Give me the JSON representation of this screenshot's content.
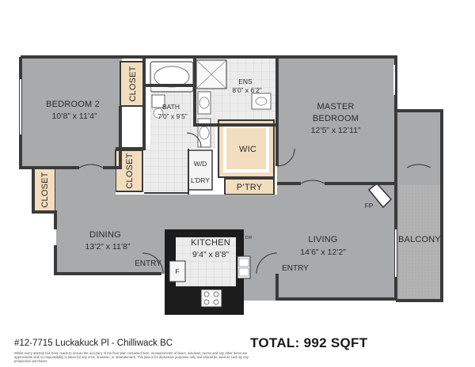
{
  "rooms": {
    "bedroom2": {
      "name": "BEDROOM 2",
      "dims": "10’8” x 11’4”"
    },
    "closet_b2_top": {
      "name": "CLOSET"
    },
    "closet_b2_side": {
      "name": "CLOSET"
    },
    "closet_hall": {
      "name": "CLOSET"
    },
    "bath": {
      "name": "BATH",
      "dims": "7’0” x 9’5”"
    },
    "ens": {
      "name": "ENS",
      "dims": "8’0” x 6’2”"
    },
    "master": {
      "name": "MASTER",
      "name2": "BEDROOM",
      "dims": "12’5” x 12’11”"
    },
    "wic": {
      "name": "WIC"
    },
    "wd": {
      "name": "W/D"
    },
    "ldry": {
      "name": "L’DRY"
    },
    "pantry": {
      "name": "P’TRY"
    },
    "dining": {
      "name": "DINING",
      "dims": "13’2” x 11’8”"
    },
    "kitchen": {
      "name": "KITCHEN",
      "dims": "9’4” x 8’8”"
    },
    "living": {
      "name": "LIVING",
      "dims": "14’6” x 12’2”"
    },
    "balcony": {
      "name": "BALCONY"
    },
    "fp": {
      "name": "FP"
    },
    "fridge": {
      "name": "F"
    },
    "dw": {
      "name": "DW"
    },
    "entry_left": {
      "name": "ENTRY"
    },
    "entry_right": {
      "name": "ENTRY"
    }
  },
  "colors": {
    "wall": "#3a3a3a",
    "room_fill": "#a9aaac",
    "closet_fill": "#f3ddbf",
    "tile": "#e9e9e9",
    "kitchen_dark": "#1c1c1c",
    "balcony": "#b5b5b5"
  },
  "footer": {
    "address": "#12-7715 Luckakuck Pl - Chilliwack BC",
    "disclaimer": "Whilst every attempt has been made to ensure the accuracy of the floor plan contained here, measurements of doors, windows, rooms and any other items are approximate and no responsibility is taken for any error, omission, or misstatement. This plan is for illustrative purposes only and should be used as such by any prospective purchaser.",
    "total": "TOTAL: 992 SQFT"
  }
}
